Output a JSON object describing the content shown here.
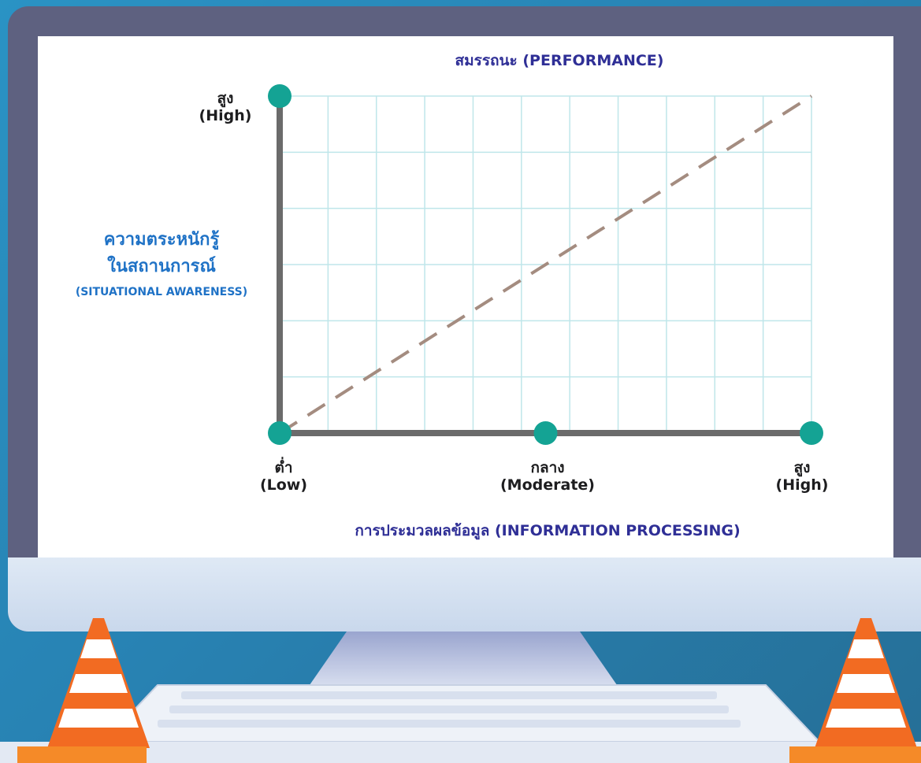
{
  "chart_data": {
    "type": "line",
    "title": "สมรรถนะ (PERFORMANCE)",
    "xlabel": "การประมวลผลข้อมูล (INFORMATION PROCESSING)",
    "ylabel_line1": "ความตระหนักรู้",
    "ylabel_line2": "ในสถานการณ์",
    "ylabel_en": "(SITUATIONAL AWARENESS)",
    "x_ticks": [
      {
        "th": "ต่ำ",
        "en": "(Low)",
        "value": 0
      },
      {
        "th": "กลาง",
        "en": "(Moderate)",
        "value": 1
      },
      {
        "th": "สูง",
        "en": "(High)",
        "value": 2
      }
    ],
    "y_ticks": [
      {
        "th": "สูง",
        "en": "(High)",
        "value": 2
      }
    ],
    "xlim": [
      0,
      2
    ],
    "ylim": [
      0,
      2
    ],
    "grid": true,
    "series": [
      {
        "x": [
          0,
          2
        ],
        "y": [
          0,
          2
        ],
        "style": "dashed"
      }
    ],
    "markers": [
      {
        "x": 0,
        "y": 0
      },
      {
        "x": 1,
        "y": 0
      },
      {
        "x": 2,
        "y": 0
      },
      {
        "x": 0,
        "y": 2
      }
    ],
    "colors": {
      "axis": "#6b6b6b",
      "grid": "#bfe6ea",
      "marker": "#14a394",
      "line": "#a48c80",
      "title": "#2f2f96",
      "ylabel": "#1f72c6"
    }
  }
}
